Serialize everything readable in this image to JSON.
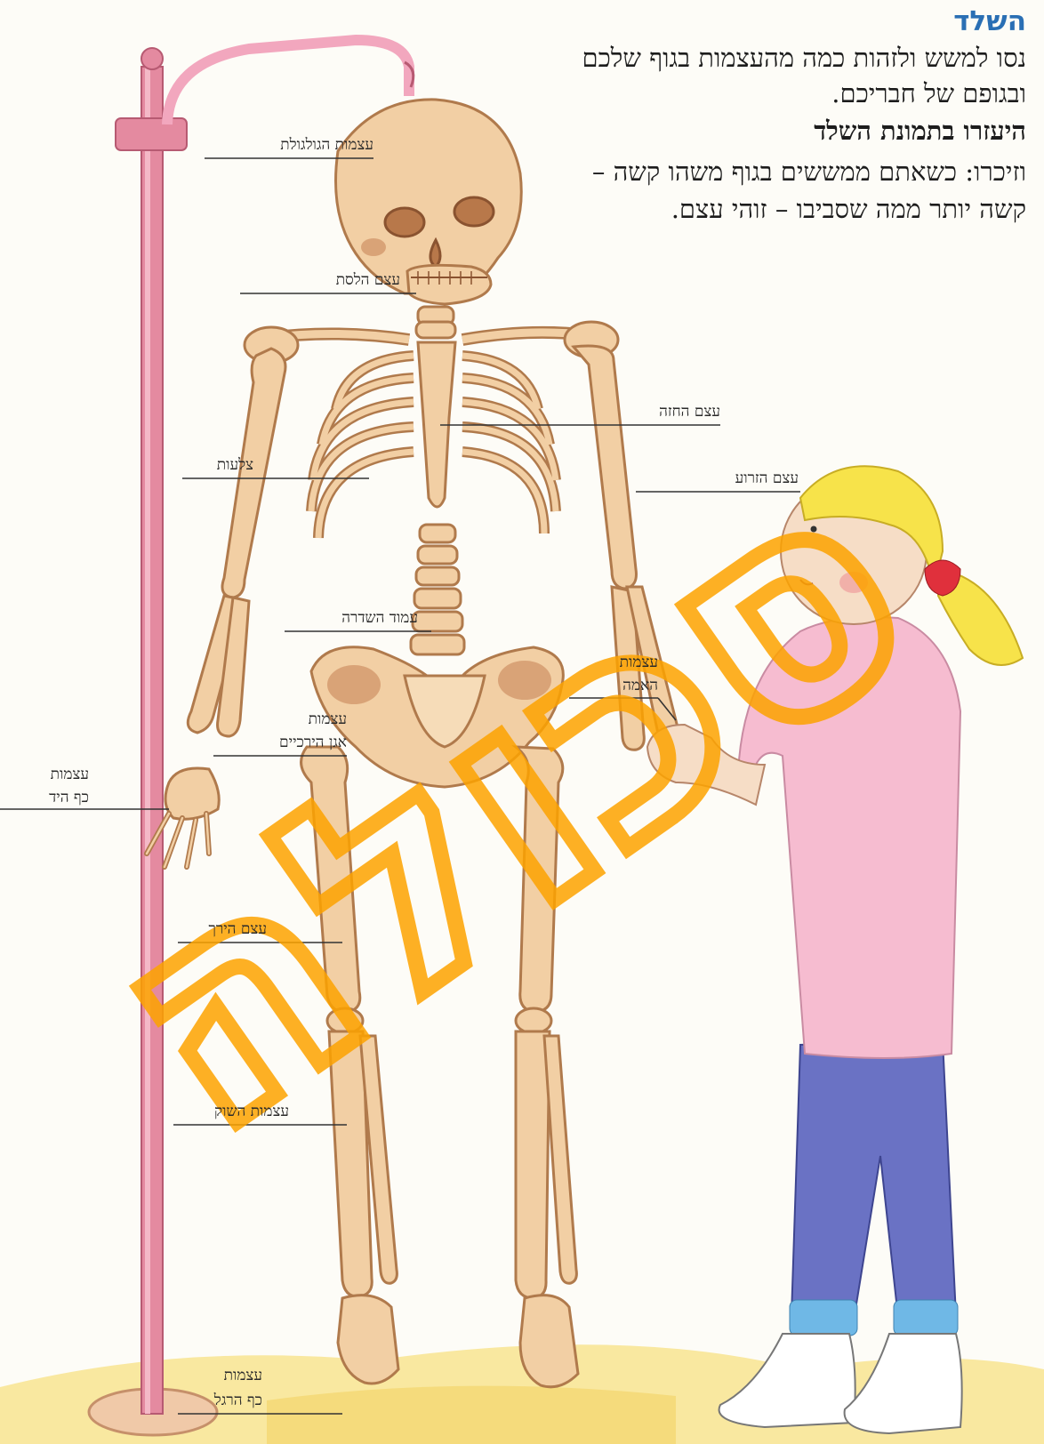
{
  "header": {
    "title": "השלד",
    "intro_line1": "נסו למשש ולזהות כמה מהעצמות בגוף שלכם",
    "intro_line2": "ובגופם של חבריכם.",
    "help_line": "היעזרו בתמונת השלד",
    "reminder_line1": "וזיכרו: כשאתם ממששים בגוף משהו קשה –",
    "reminder_line2": "קשה יותר ממה שסביבו – זוהי עצם."
  },
  "labels": {
    "skull": "עצמות הגולגולת",
    "jaw": "עצם הלסת",
    "sternum": "עצם החזה",
    "ribs": "צלעות",
    "humerus": "עצם הזרוע",
    "spine": "עמוד השדרה",
    "forearm_1": "עצמות",
    "forearm_2": "האמה",
    "pelvis_1": "עצמות",
    "pelvis_2": "אגן הירכיים",
    "hand_1": "עצמות",
    "hand_2": "כף היד",
    "femur": "עצם הירך",
    "shin": "עצמות השוק",
    "foot_1": "עצמות",
    "foot_2": "כף הרגל"
  },
  "watermark": "סכולה",
  "colors": {
    "bone": "#f2cfa4",
    "bone_outline": "#b07a4c",
    "stand": "#e48aa0",
    "title": "#2a6fb4",
    "watermark": "#fda300",
    "shirt": "#f6bcd0",
    "pants": "#6a72c4",
    "hair": "#f7e34a",
    "ground": "#f7e28a"
  }
}
